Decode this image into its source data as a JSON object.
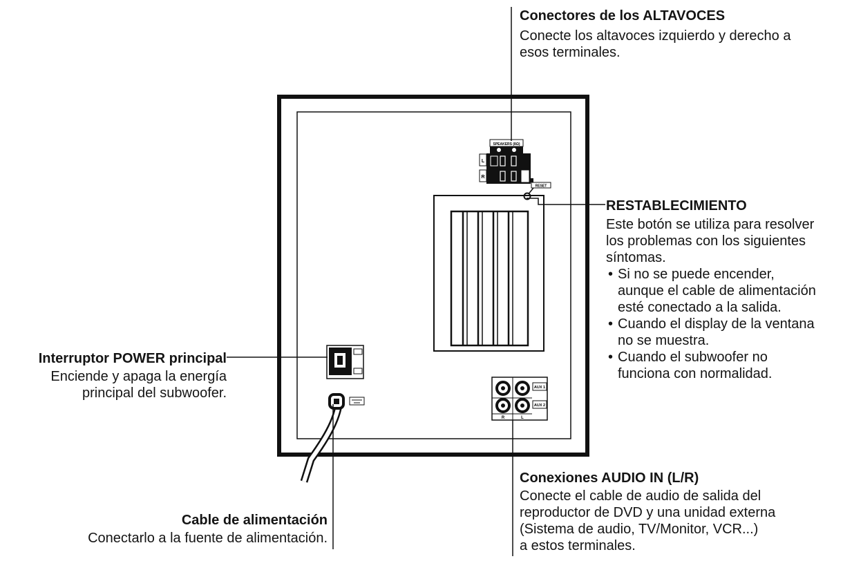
{
  "callouts": {
    "speakers": {
      "title": "Conectores de los ALTAVOCES",
      "lines": [
        "Conecte los altavoces izquierdo y derecho a",
        "esos terminales."
      ]
    },
    "reset": {
      "title": "RESTABLECIMIENTO",
      "lines": [
        "Este botón se utiliza para resolver",
        "los problemas con los siguientes",
        "síntomas."
      ],
      "bullets": [
        [
          "Si no se puede encender,",
          "aunque el cable de alimentación",
          "esté conectado a la salida."
        ],
        [
          "Cuando el display de la ventana",
          "no se muestra."
        ],
        [
          "Cuando el subwoofer no",
          "funciona con normalidad."
        ]
      ]
    },
    "power": {
      "title": "Interruptor POWER principal",
      "lines": [
        "Enciende y apaga la energía",
        "principal del subwoofer."
      ]
    },
    "audio_in": {
      "title": "Conexiones AUDIO IN (L/R)",
      "lines": [
        "Conecte el cable de audio de salida del",
        "reproductor de DVD y una unidad externa",
        "(Sistema de audio, TV/Monitor, VCR...)",
        "a estos terminales."
      ]
    },
    "cable": {
      "title": "Cable de alimentación",
      "lines": [
        "Conectarlo a la fuente de alimentación."
      ]
    }
  },
  "panel_labels": {
    "speakers_header": "SPEAKERS (8Ω)",
    "channel_l": "L",
    "channel_r": "R",
    "reset_tag": "RESET",
    "aux1": "AUX 1",
    "aux2": "AUX 2",
    "jack_r": "R",
    "jack_l": "L"
  }
}
